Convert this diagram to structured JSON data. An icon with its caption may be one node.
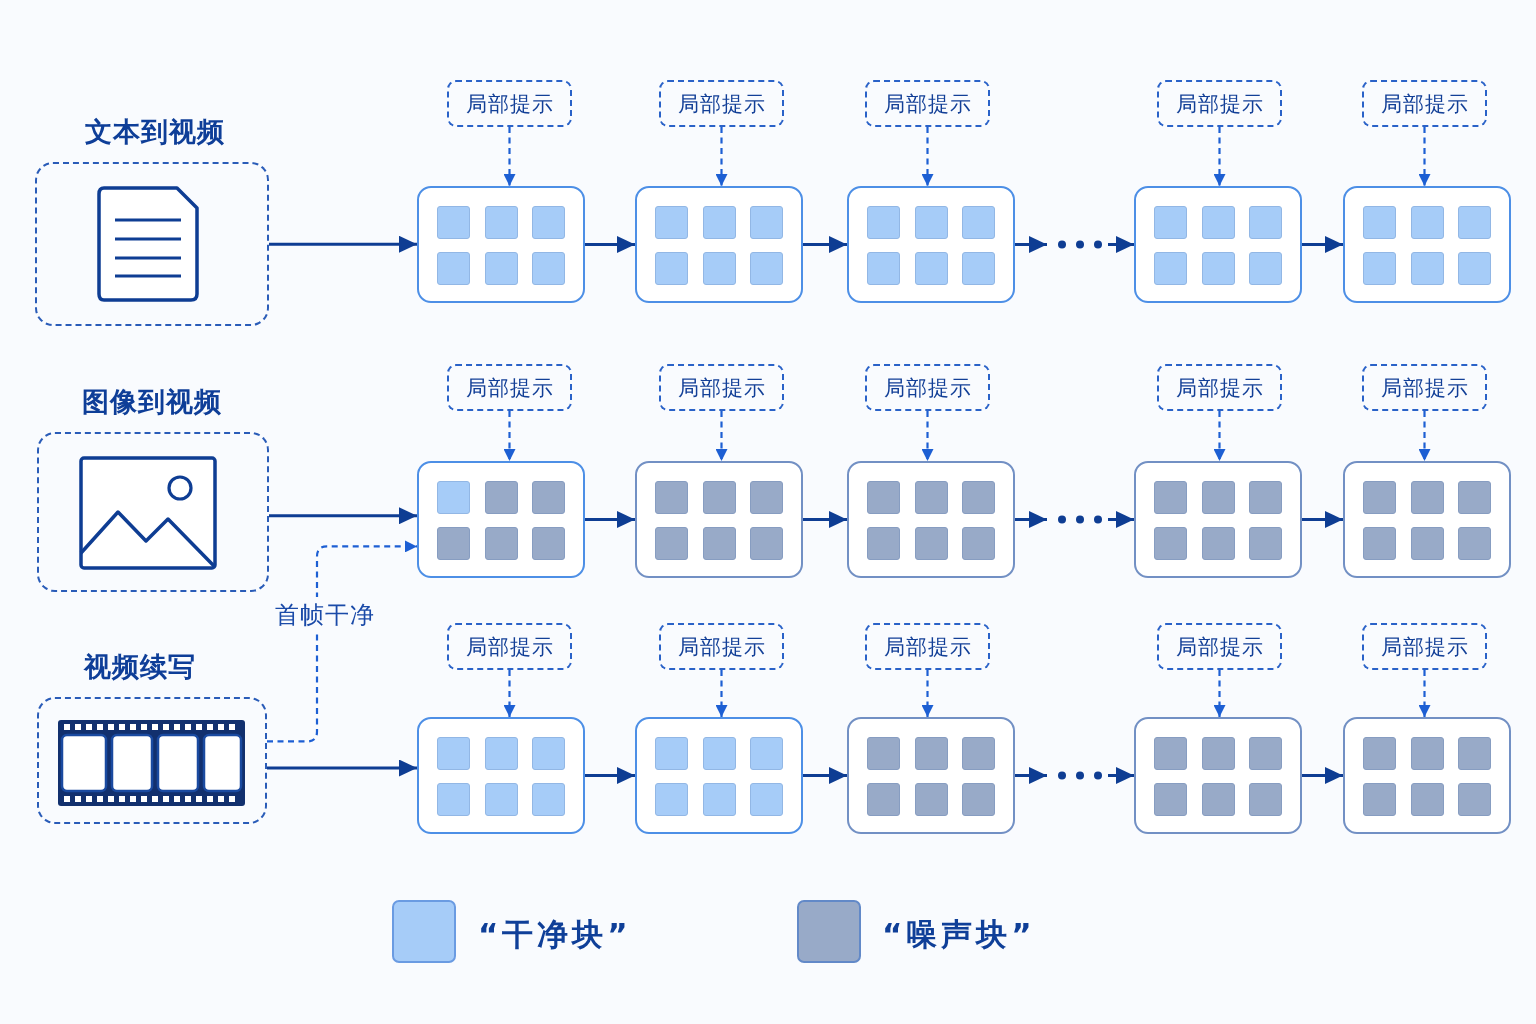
{
  "diagram": {
    "nodes": [
      {
        "text": [
          "局部提示"
        ]
      },
      {
        "text": [
          "局部提示"
        ]
      },
      {
        "text": [
          "局部提示"
        ]
      },
      {
        "text": [
          "局部提示"
        ]
      },
      {
        "text": [
          "局部提示"
        ]
      },
      {
        "text": [
          "文本到视频"
        ]
      },
      {
        "text": [],
        "shape": "box"
      },
      {
        "text": [],
        "shape": "box"
      },
      {
        "text": [],
        "shape": "box"
      },
      {
        "text": [],
        "shape": "box"
      },
      {
        "text": [],
        "shape": "box"
      },
      {
        "text": [
          "局部提示"
        ]
      },
      {
        "text": [
          "局部提示"
        ]
      },
      {
        "text": [
          "局部提示"
        ]
      },
      {
        "text": [
          "局部提示"
        ]
      },
      {
        "text": [
          "局部提示"
        ]
      },
      {
        "text": [
          "图像到视频"
        ]
      },
      {
        "text": [],
        "shape": "box"
      },
      {
        "text": [],
        "shape": "box"
      },
      {
        "text": [],
        "shape": "box"
      },
      {
        "text": [],
        "shape": "box"
      },
      {
        "text": [],
        "shape": "box"
      },
      {
        "text": [
          "局部提示"
        ]
      },
      {
        "text": [
          "局部提示"
        ]
      },
      {
        "text": [
          "局部提示"
        ]
      },
      {
        "text": [
          "局部提示"
        ]
      },
      {
        "text": [
          "局部提示"
        ]
      },
      {
        "text": [
          "视频续写"
        ]
      },
      {
        "text": [],
        "shape": "box"
      },
      {
        "text": [],
        "shape": "box"
      },
      {
        "text": [],
        "shape": "box"
      },
      {
        "text": [],
        "shape": "box"
      },
      {
        "text": [],
        "shape": "box"
      }
    ],
    "edges": [
      {
        "from": 5,
        "to": 6,
        "arrow": "to",
        "color": "#0e3d93"
      },
      {
        "from": 6,
        "to": 7,
        "arrow": "to",
        "color": "#0e3d93"
      },
      {
        "from": 7,
        "to": 8,
        "arrow": "to",
        "color": "#0e3d93"
      },
      {
        "from": 8,
        "to": 9,
        "arrow": "to",
        "style": "dashed",
        "color": "#0e3d93"
      },
      {
        "from": 9,
        "to": 10,
        "arrow": "to",
        "color": "#0e3d93"
      },
      {
        "from": 0,
        "to": 6,
        "arrow": "to",
        "style": "dashed"
      },
      {
        "from": 1,
        "to": 7,
        "arrow": "to",
        "style": "dashed"
      },
      {
        "from": 2,
        "to": 8,
        "arrow": "to",
        "style": "dashed"
      },
      {
        "from": 3,
        "to": 9,
        "arrow": "to",
        "style": "dashed"
      },
      {
        "from": 4,
        "to": 10,
        "arrow": "to",
        "style": "dashed"
      },
      {
        "from": 16,
        "to": 17,
        "arrow": "to",
        "color": "#0e3d93"
      },
      {
        "from": 17,
        "to": 18,
        "arrow": "to",
        "color": "#0e3d93"
      },
      {
        "from": 18,
        "to": 19,
        "arrow": "to",
        "color": "#0e3d93"
      },
      {
        "from": 19,
        "to": 20,
        "arrow": "to",
        "style": "dashed",
        "color": "#0e3d93"
      },
      {
        "from": 20,
        "to": 21,
        "arrow": "to",
        "color": "#0e3d93"
      },
      {
        "from": 11,
        "to": 17,
        "arrow": "to",
        "style": "dashed"
      },
      {
        "from": 12,
        "to": 18,
        "arrow": "to",
        "style": "dashed"
      },
      {
        "from": 13,
        "to": 19,
        "arrow": "to",
        "style": "dashed"
      },
      {
        "from": 14,
        "to": 20,
        "arrow": "to",
        "style": "dashed"
      },
      {
        "from": 15,
        "to": 21,
        "arrow": "to",
        "style": "dashed"
      },
      {
        "from": 27,
        "to": 28,
        "arrow": "to",
        "color": "#0e3d93"
      },
      {
        "from": 28,
        "to": 29,
        "arrow": "to",
        "color": "#0e3d93"
      },
      {
        "from": 29,
        "to": 30,
        "arrow": "to",
        "color": "#0e3d93"
      },
      {
        "from": 30,
        "to": 31,
        "arrow": "to",
        "style": "dashed",
        "color": "#0e3d93"
      },
      {
        "from": 31,
        "to": 32,
        "arrow": "to",
        "color": "#0e3d93"
      },
      {
        "from": 22,
        "to": 28,
        "arrow": "to",
        "style": "dashed"
      },
      {
        "from": 23,
        "to": 29,
        "arrow": "to",
        "style": "dashed"
      },
      {
        "from": 24,
        "to": 30,
        "arrow": "to",
        "style": "dashed"
      },
      {
        "from": 25,
        "to": 31,
        "arrow": "to",
        "style": "dashed"
      },
      {
        "from": 26,
        "to": 32,
        "arrow": "to",
        "style": "dashed"
      },
      {
        "from": 27,
        "to": 17,
        "arrow": "to",
        "style": "dashed",
        "label": "首帧干净"
      }
    ],
    "legend": [
      {
        "text": "“干净块”",
        "color": "#a6ccf8"
      },
      {
        "text": "“噪声块”",
        "color": "#98aac8"
      }
    ]
  }
}
